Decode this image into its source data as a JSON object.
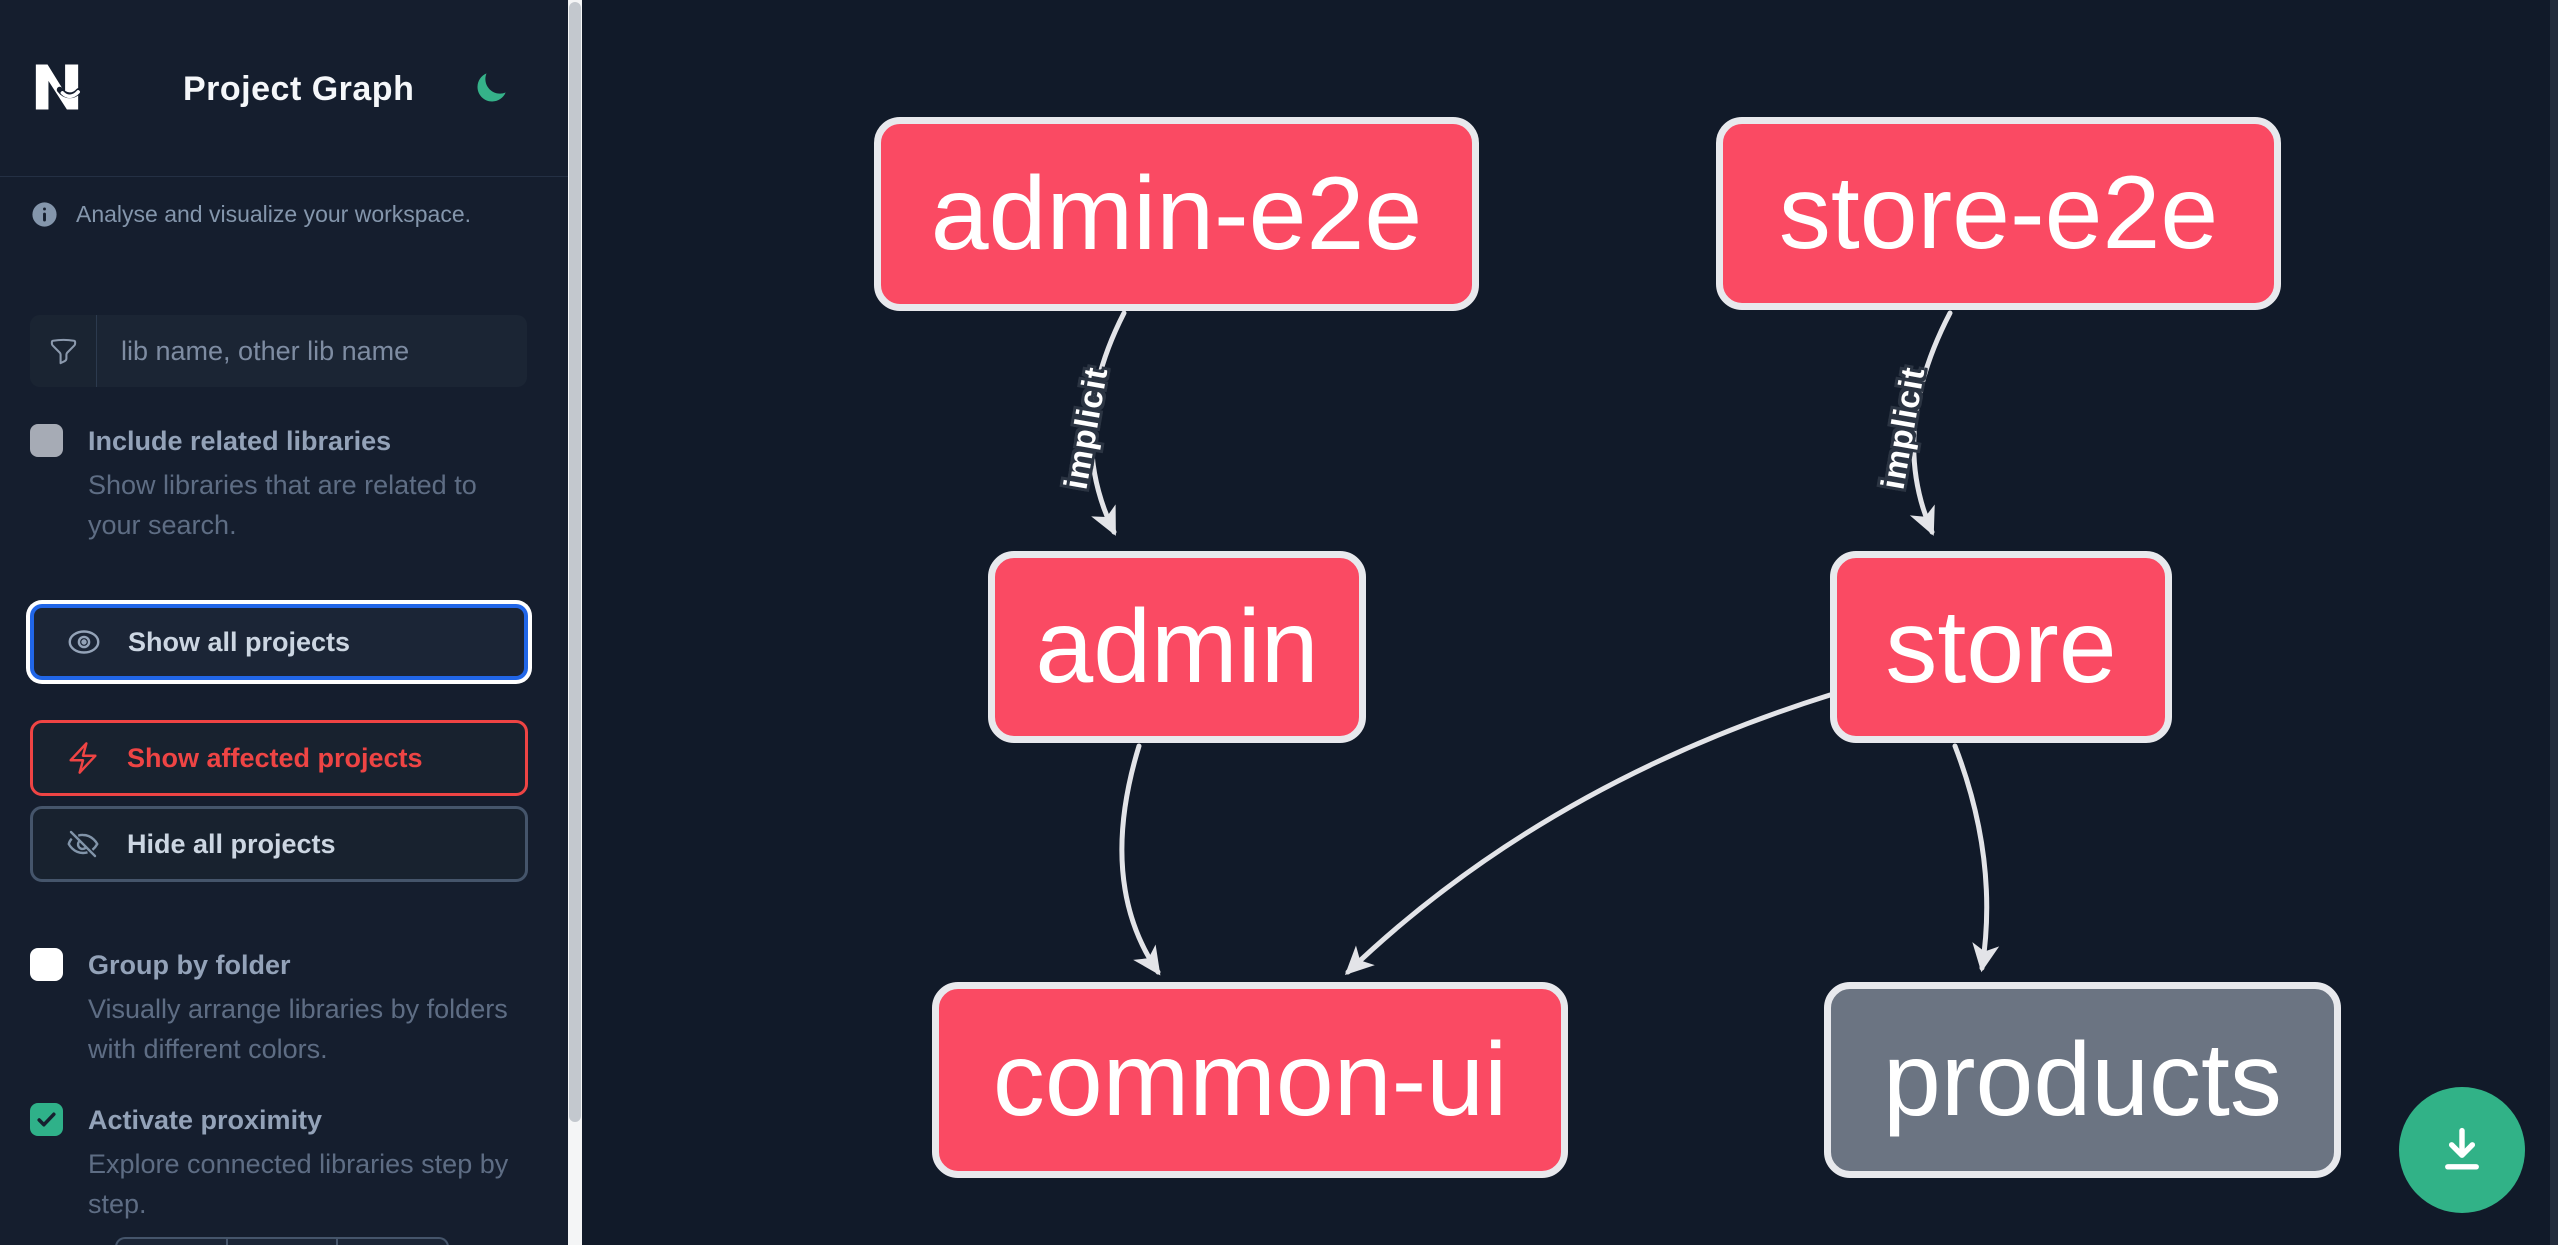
{
  "header": {
    "title": "Project Graph",
    "logo": "nx-logo",
    "theme_toggle_icon": "moon"
  },
  "sidebar": {
    "tagline": "Analyse and visualize your workspace.",
    "search_placeholder": "lib name, other lib name",
    "include_related": {
      "label": "Include related libraries",
      "description": "Show libraries that are related to your search.",
      "checked": false,
      "disabled": true
    },
    "buttons": {
      "show_all": "Show all projects",
      "show_affected": "Show affected projects",
      "hide_all": "Hide all projects"
    },
    "group_by_folder": {
      "label": "Group by folder",
      "description": "Visually arrange libraries by folders with different colors.",
      "checked": false
    },
    "activate_proximity": {
      "label": "Activate proximity",
      "description": "Explore connected libraries step by step.",
      "checked": true
    }
  },
  "graph": {
    "nodes": [
      {
        "id": "admin-e2e",
        "label": "admin-e2e",
        "status": "affected"
      },
      {
        "id": "store-e2e",
        "label": "store-e2e",
        "status": "affected"
      },
      {
        "id": "admin",
        "label": "admin",
        "status": "affected"
      },
      {
        "id": "store",
        "label": "store",
        "status": "affected"
      },
      {
        "id": "common-ui",
        "label": "common-ui",
        "status": "affected"
      },
      {
        "id": "products",
        "label": "products",
        "status": "unaffected"
      }
    ],
    "edges": [
      {
        "source": "admin-e2e",
        "target": "admin",
        "label": "implicit"
      },
      {
        "source": "store-e2e",
        "target": "store",
        "label": "implicit"
      },
      {
        "source": "admin",
        "target": "common-ui",
        "label": ""
      },
      {
        "source": "store",
        "target": "common-ui",
        "label": ""
      },
      {
        "source": "store",
        "target": "products",
        "label": ""
      }
    ]
  },
  "fab": {
    "icon": "download-icon"
  },
  "colors": {
    "affected_node": "#fa4a63",
    "unaffected_node": "#6b7482",
    "node_border": "#e8e9ed",
    "edge": "#e3e4e8",
    "accent_green": "#2fb189",
    "accent_blue": "#2166e8",
    "accent_red": "#ee4444",
    "sidebar_bg": "#151e2e",
    "graph_bg": "#111a29"
  }
}
